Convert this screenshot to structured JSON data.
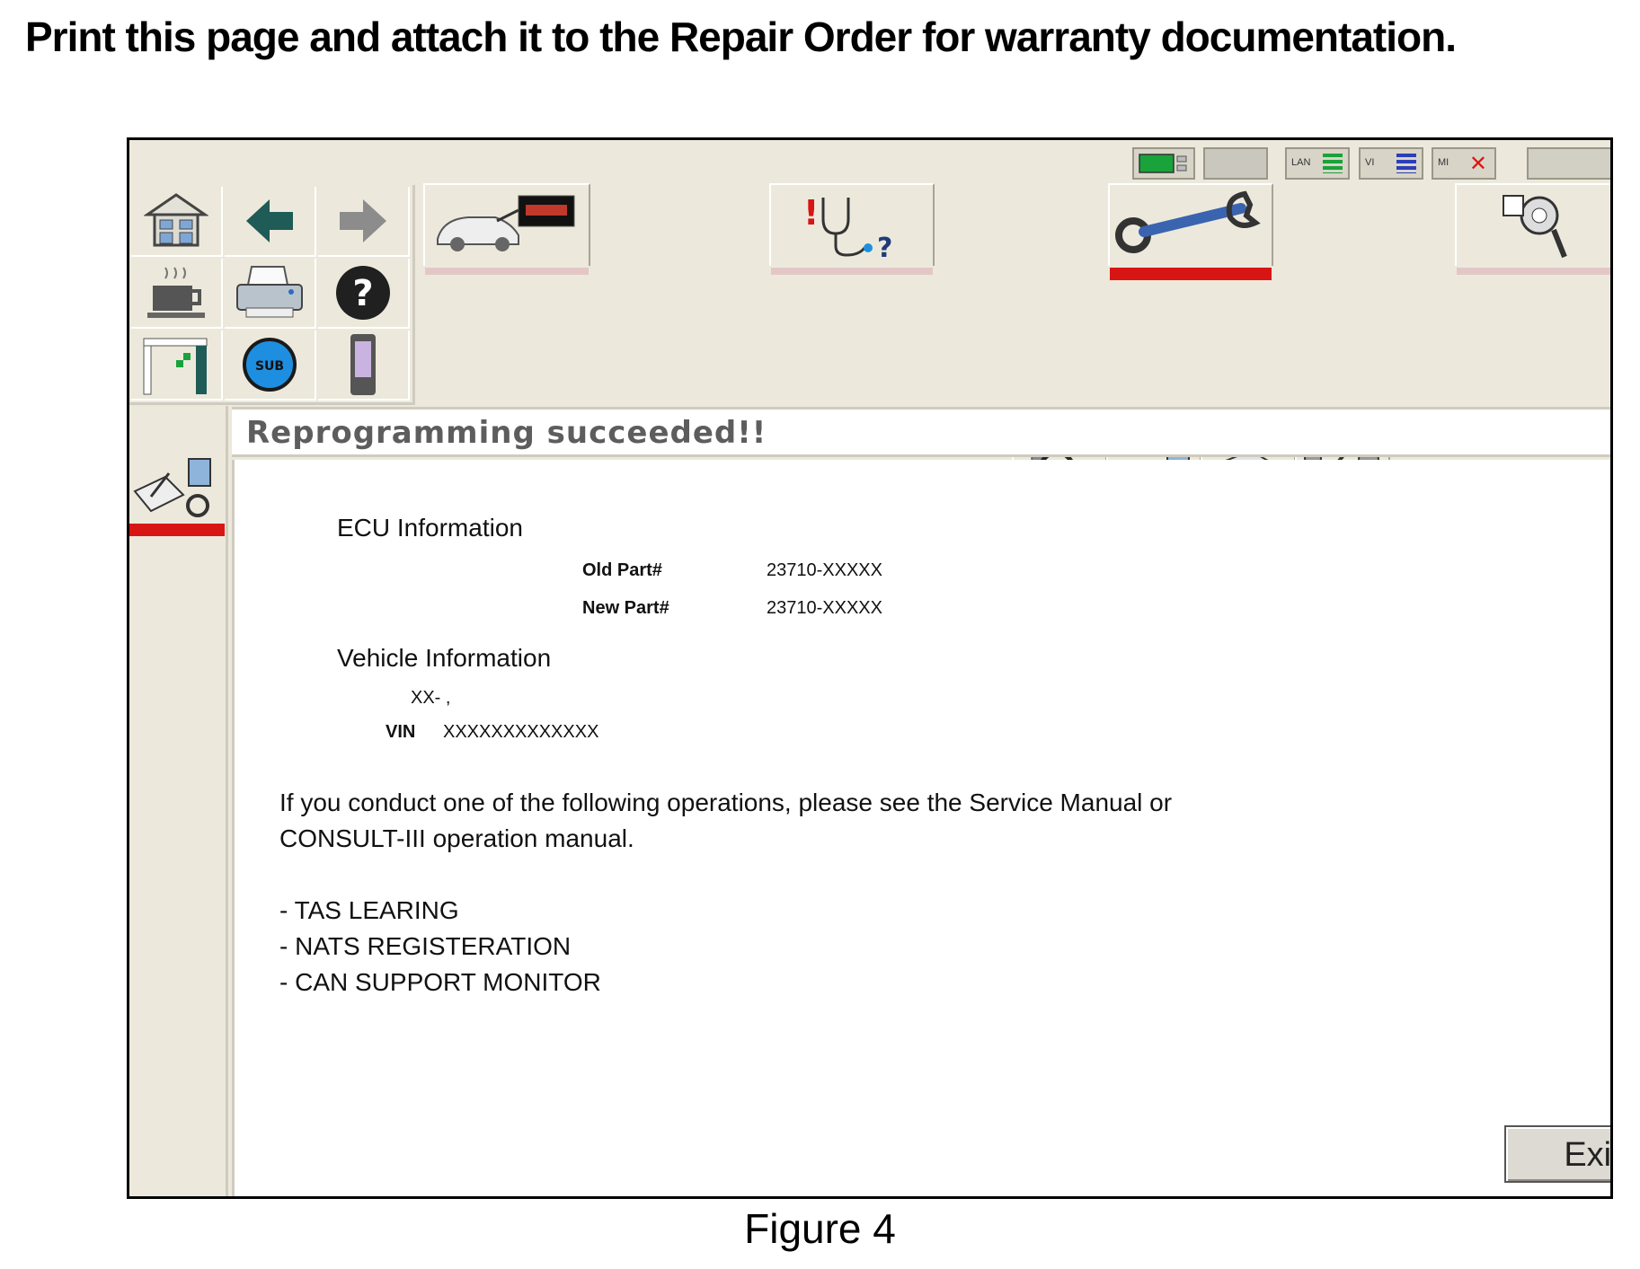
{
  "document": {
    "instruction": "Print this page and attach it to the Repair Order for warranty documentation.",
    "caption": "Figure 4"
  },
  "statusbar": {
    "indicators": [
      {
        "label": "LAN",
        "icon": "lan-signal-icon"
      },
      {
        "label": "VI",
        "icon": "vi-signal-icon"
      },
      {
        "label": "MI",
        "icon": "mi-disconnected-icon"
      }
    ]
  },
  "tools": {
    "sub_label": "SUB"
  },
  "screen": {
    "title": "Reprogramming succeeded!!",
    "ecu": {
      "heading": "ECU Information",
      "old_label": "Old Part#",
      "old_value": "23710-XXXXX",
      "new_label": "New Part#",
      "new_value": "23710-XXXXX"
    },
    "vehicle": {
      "heading": "Vehicle Information",
      "model": "XX- ,",
      "vin_label": "VIN",
      "vin_value": "XXXXXXXXXXXXX"
    },
    "notice": {
      "line1": "If you conduct one of  the following operations, please see the Service Manual or",
      "line2": "CONSULT-III operation manual.",
      "items": [
        "- TAS LEARING",
        "- NATS REGISTERATION",
        "- CAN SUPPORT MONITOR"
      ]
    },
    "exit_label": "Exit"
  },
  "colors": {
    "active_tab": "#d81515",
    "inactive_tab": "#e3c7c7",
    "panel": "#ece9dc"
  }
}
